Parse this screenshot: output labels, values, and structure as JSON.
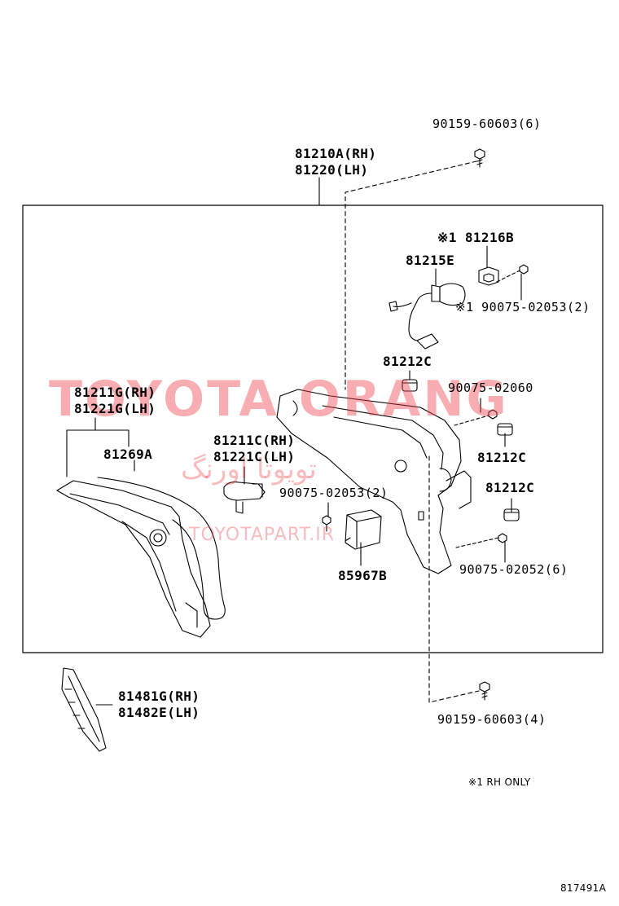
{
  "diagram": {
    "parts": {
      "bolt_top": "90159-60603(6)",
      "headlamp_rh": "81210A(RH)",
      "headlamp_lh": "81220(LH)",
      "socket_note": "※1 81216B",
      "bulb": "81215E",
      "screw_note": "※1 90075-02053(2)",
      "cushion_1": "81212C",
      "screw_b": "90075-02060",
      "cushion_2": "81212C",
      "cushion_3": "81212C",
      "screw_c": "90075-02052(6)",
      "lamp_rh": "81211G(RH)",
      "lamp_lh": "81221G(LH)",
      "cover": "81269A",
      "sub_rh": "81211C(RH)",
      "sub_lh": "81221C(LH)",
      "screw_d": "90075-02053(2)",
      "computer": "85967B",
      "bezel_rh": "81481G(RH)",
      "bezel_lh": "81482E(LH)",
      "bolt_bottom": "90159-60603(4)"
    },
    "footnote": "※1 RH ONLY",
    "diagram_id": "817491A"
  },
  "watermark": {
    "brand": "TOYOTA ORANG",
    "brand_fa": "تویوتا اورنگ",
    "url": "TOYOTAPART.IR",
    "color": "#ec3c46"
  }
}
